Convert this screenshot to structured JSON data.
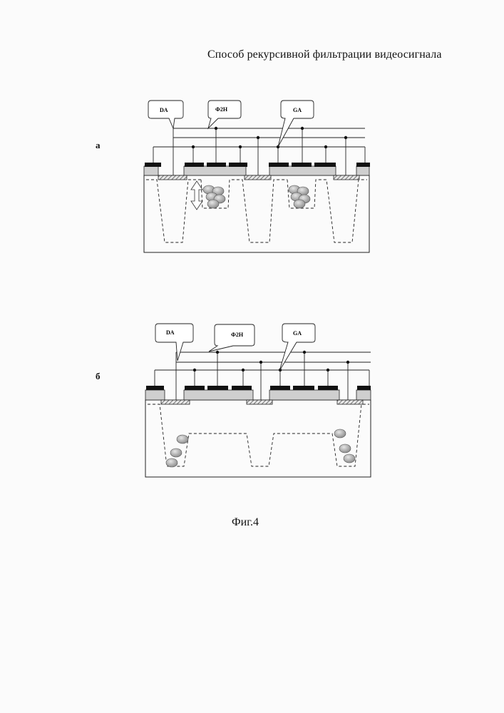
{
  "document": {
    "title": "Способ рекурсивной фильтрации видеосигнала",
    "figure_caption": "Фиг.4"
  },
  "panels": [
    {
      "label": "а",
      "callouts": {
        "da": "DA",
        "f2h": "Ф2Н",
        "ga": "GA"
      }
    },
    {
      "label": "б",
      "callouts": {
        "da": "DA",
        "f2h": "Ф2Н",
        "ga": "GA"
      }
    }
  ],
  "colors": {
    "electrode": "#111111",
    "oxide": "#cfcfcf",
    "hatch": "#555555",
    "charge": "#a9a9a9",
    "line": "#222222"
  }
}
